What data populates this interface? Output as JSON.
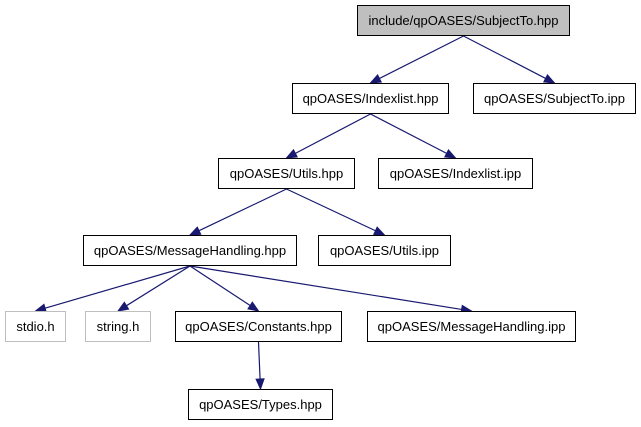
{
  "nodes": {
    "subject_to_hpp": "include/qpOASES/SubjectTo.hpp",
    "indexlist_hpp": "qpOASES/Indexlist.hpp",
    "subject_to_ipp": "qpOASES/SubjectTo.ipp",
    "utils_hpp": "qpOASES/Utils.hpp",
    "indexlist_ipp": "qpOASES/Indexlist.ipp",
    "message_handling_hpp": "qpOASES/MessageHandling.hpp",
    "utils_ipp": "qpOASES/Utils.ipp",
    "stdio_h": "stdio.h",
    "string_h": "string.h",
    "constants_hpp": "qpOASES/Constants.hpp",
    "message_handling_ipp": "qpOASES/MessageHandling.ipp",
    "types_hpp": "qpOASES/Types.hpp"
  },
  "edges": [
    [
      "subject_to_hpp",
      "indexlist_hpp"
    ],
    [
      "subject_to_hpp",
      "subject_to_ipp"
    ],
    [
      "indexlist_hpp",
      "utils_hpp"
    ],
    [
      "indexlist_hpp",
      "indexlist_ipp"
    ],
    [
      "utils_hpp",
      "message_handling_hpp"
    ],
    [
      "utils_hpp",
      "utils_ipp"
    ],
    [
      "message_handling_hpp",
      "stdio_h"
    ],
    [
      "message_handling_hpp",
      "string_h"
    ],
    [
      "message_handling_hpp",
      "constants_hpp"
    ],
    [
      "message_handling_hpp",
      "message_handling_ipp"
    ],
    [
      "constants_hpp",
      "types_hpp"
    ]
  ],
  "colors": {
    "edge": "#191970",
    "root_fill": "#bfbfbf",
    "external_border": "#bfbfbf",
    "node_border": "#000000"
  }
}
